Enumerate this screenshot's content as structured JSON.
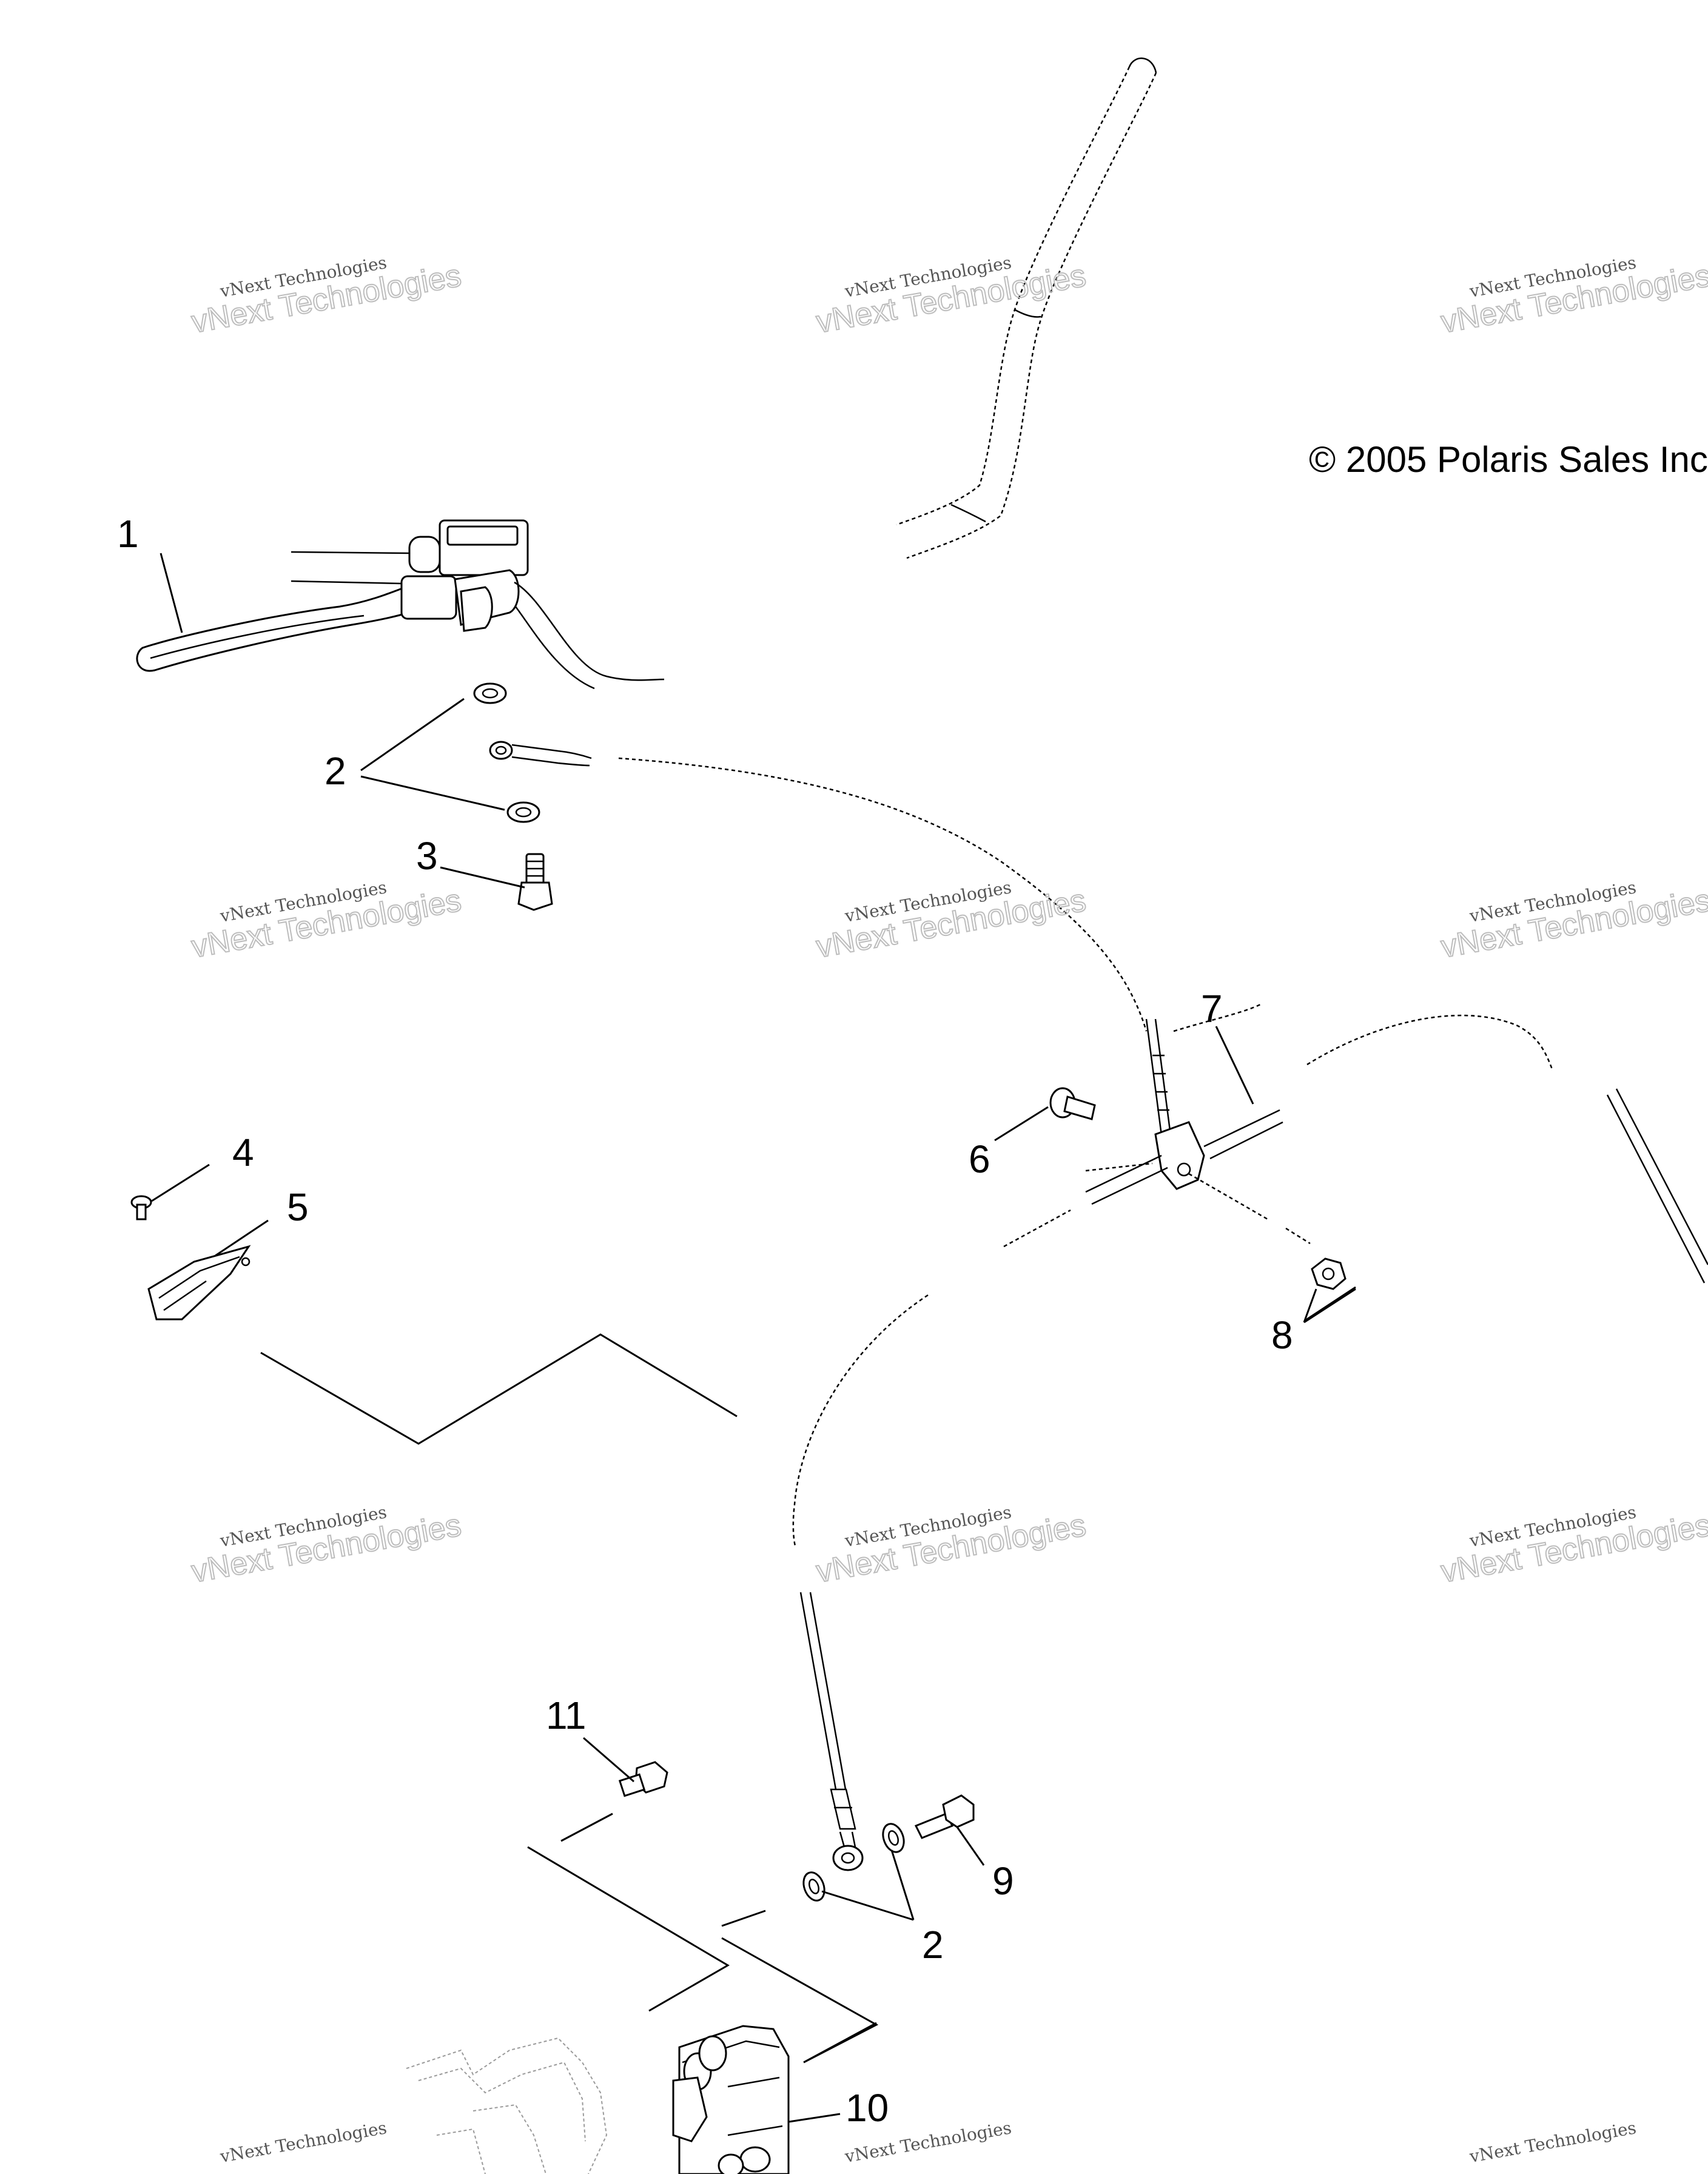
{
  "copyright": "© 2005 Polaris Sales Inc",
  "watermark": {
    "line1": "vNext Technologies",
    "line2": "vNext Technologies"
  },
  "callouts": {
    "c1": "1",
    "c2a": "2",
    "c2b": "2",
    "c3": "3",
    "c4": "4",
    "c5": "5",
    "c6": "6",
    "c7": "7",
    "c8": "8",
    "c9": "9",
    "c10": "10",
    "c11": "11"
  }
}
